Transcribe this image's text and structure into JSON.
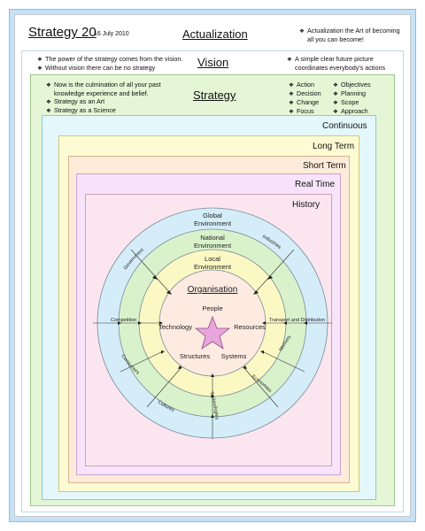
{
  "header": {
    "title": "Strategy 20",
    "date": "16 July 2010",
    "section": "Actualization",
    "note": "Actualization the Art of becoming all you can become!",
    "note_line1": "Actualization the Art of becoming",
    "note_line2": "all you can become!"
  },
  "vision": {
    "title": "Vision",
    "points": [
      "The power of the strategy comes from the vision.",
      "Without vision there can be no strategy"
    ],
    "right_line1": "A simple clear future picture",
    "right_line2": "coordinates everybody's actions"
  },
  "strategy": {
    "title": "Strategy",
    "points": [
      "Now is the culmination of all your past",
      "knowledge experience and belief.",
      "Strategy as an Art",
      "Strategy as a Science"
    ],
    "col1": [
      "Action",
      "Decision",
      "Change",
      "Focus"
    ],
    "col2": [
      "Objectives",
      "Planning",
      "Scope",
      "Approach"
    ]
  },
  "levels": [
    "Continuous",
    "Long Term",
    "Short Term",
    "Real Time",
    "History"
  ],
  "rings": {
    "global": [
      "Global",
      "Environment"
    ],
    "national": [
      "National",
      "Environment"
    ],
    "local": [
      "Local",
      "Environment"
    ],
    "core": "Organisation"
  },
  "core_elements": {
    "top": "People",
    "left": "Technology",
    "right": "Resources",
    "bottom_left": "Structures",
    "bottom_right": "Systems"
  },
  "spokes": [
    "Government",
    "Industries",
    "Competition",
    "Transport and Distribution",
    "Consumers",
    "Markets",
    "Cultures",
    "Economies",
    "Technologies"
  ],
  "colors": {
    "outer_blue": "#c6e2f7",
    "green_frame": "#e4f6d6",
    "cyan_frame": "#e4f8fc",
    "yellow_frame": "#fdfbd4",
    "peach_frame": "#fdecd9",
    "purple_frame": "#f8e4fa",
    "pink_frame": "#fbe6f0",
    "ring_blue": "#d4edf9",
    "ring_green": "#d9f2cc",
    "ring_yellow": "#fcf8c4",
    "ring_core": "#fdebe2",
    "star": "#e8a6dc"
  }
}
